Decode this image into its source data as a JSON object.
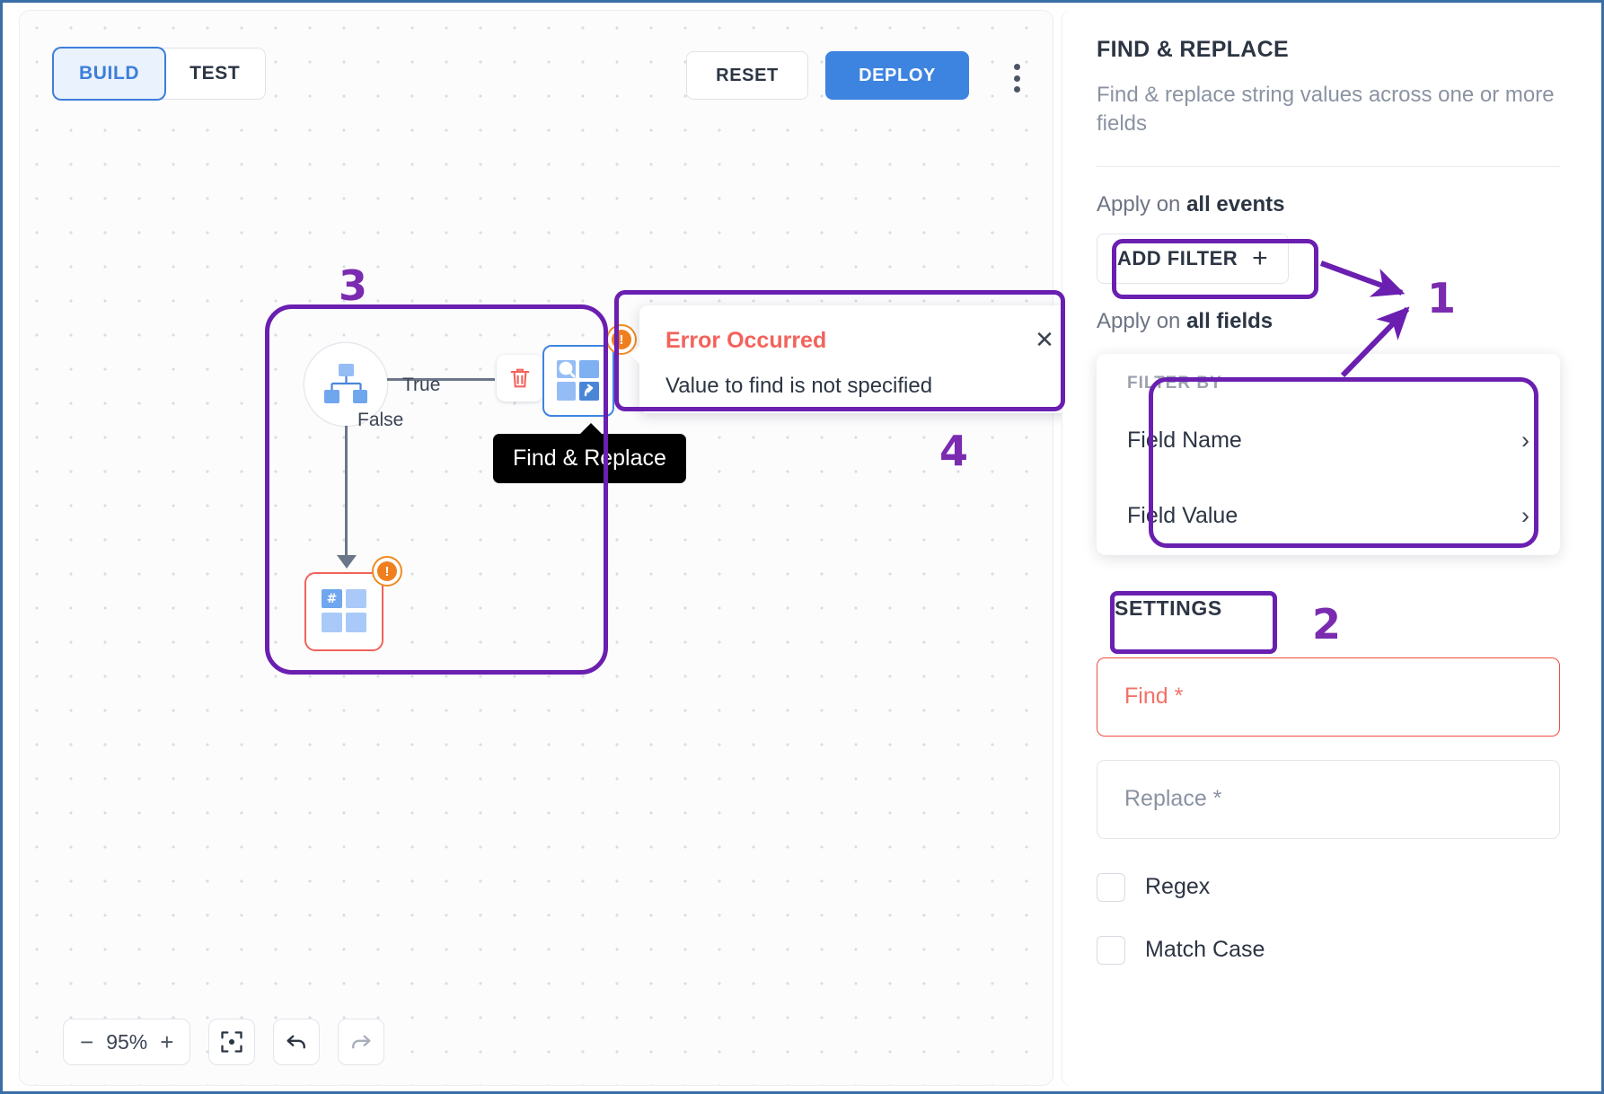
{
  "canvas": {
    "tabs": [
      {
        "label": "BUILD",
        "active": true
      },
      {
        "label": "TEST",
        "active": false
      }
    ],
    "reset_label": "RESET",
    "deploy_label": "DEPLOY",
    "menu_icon": "kebab-menu-icon",
    "flow": {
      "edge_true_label": "True",
      "edge_false_label": "False",
      "trigger_icon": "sitemap-icon",
      "delete_icon": "trash-icon",
      "find_replace_icon": "find-replace-icon",
      "second_node_icon": "hash-grid-icon",
      "warning_icon": "warning-badge-icon",
      "warning_glyph": "!",
      "tooltip": "Find & Replace"
    },
    "toast": {
      "title": "Error Occurred",
      "message": "Value to find is not specified",
      "close_icon": "close-icon",
      "close_glyph": "✕"
    },
    "zoom_controls": {
      "minus": "−",
      "level": "95%",
      "plus": "+",
      "fit_icon": "fit-to-screen-icon",
      "undo_icon": "undo-icon",
      "redo_icon": "redo-icon"
    }
  },
  "panel": {
    "title": "FIND & REPLACE",
    "description": "Find & replace string values across one or more fields",
    "apply_events_prefix": "Apply on ",
    "apply_events_value": "all events",
    "add_filter_label": "ADD FILTER",
    "add_filter_icon": "plus-icon",
    "add_filter_plus": "+",
    "apply_fields_prefix": "Apply on ",
    "apply_fields_value": "all fields",
    "dropdown": {
      "label": "FILTER BY",
      "items": [
        {
          "label": "Field Name",
          "chevron_icon": "chevron-right-icon",
          "chevron": "›"
        },
        {
          "label": "Field Value",
          "chevron_icon": "chevron-right-icon",
          "chevron": "›"
        }
      ]
    },
    "settings_label": "SETTINGS",
    "fields": [
      {
        "placeholder": "Find *",
        "value": "",
        "error": true
      },
      {
        "placeholder": "Replace *",
        "value": "",
        "error": false
      }
    ],
    "checkboxes": [
      {
        "label": "Regex",
        "checked": false
      },
      {
        "label": "Match Case",
        "checked": false
      }
    ]
  },
  "annotations": {
    "color": "#6a1fb0",
    "numbers": [
      "1",
      "2",
      "3",
      "4"
    ]
  }
}
